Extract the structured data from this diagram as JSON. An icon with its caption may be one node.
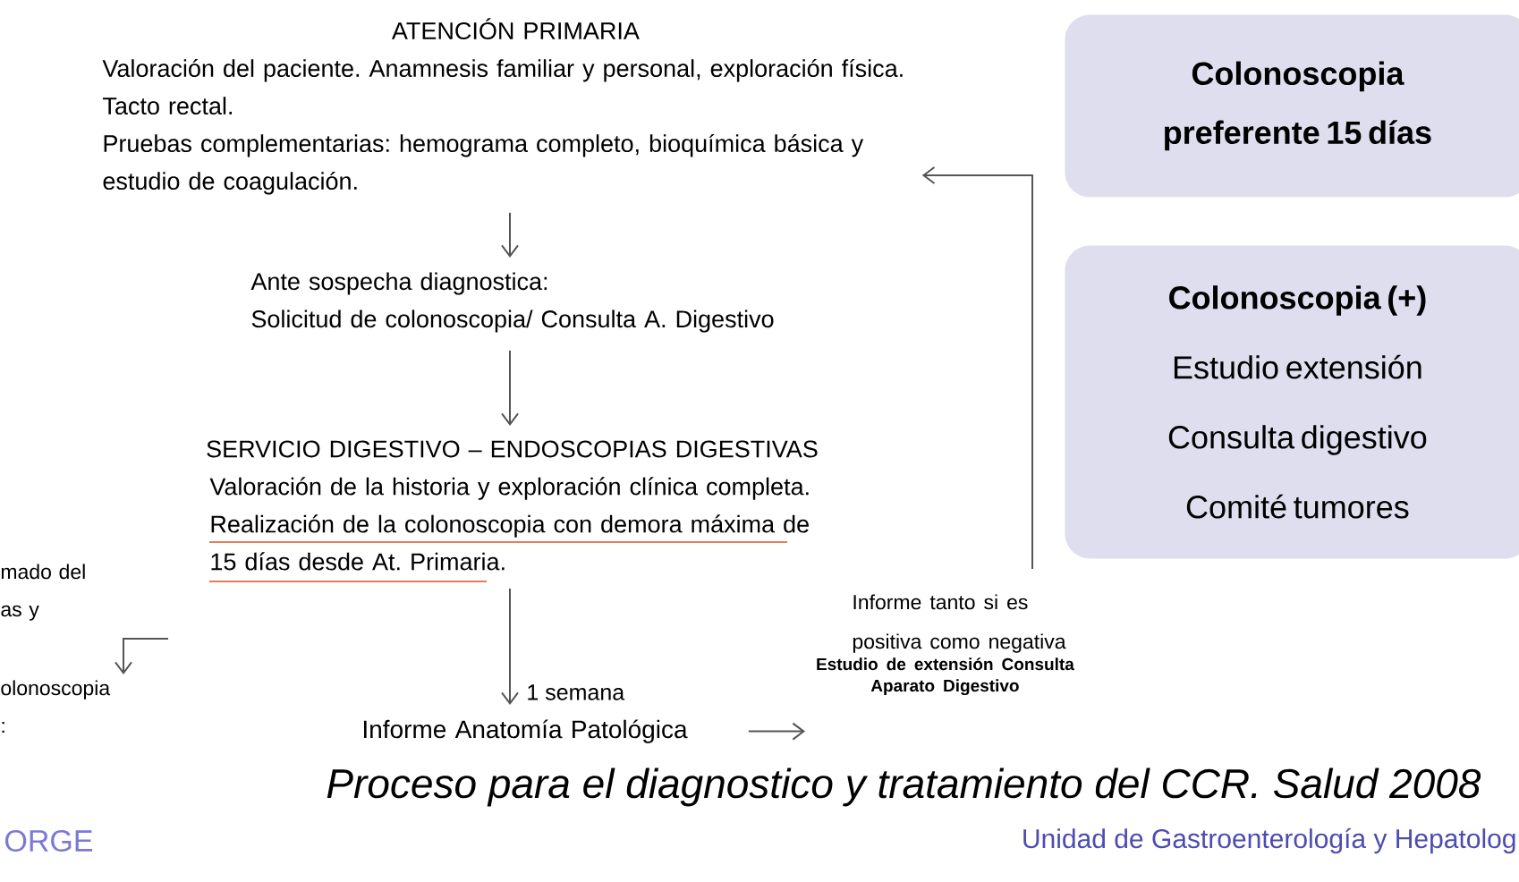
{
  "diagram": {
    "caption": "Proceso para el diagnostico y tratamiento del CCR. Salud 2008",
    "nodes": [
      {
        "text": [
          "ATENCIÓN PRIMARIA",
          "Valoración del paciente. Anamnesis familiar y personal, exploración física.",
          "Tacto rectal.",
          "Pruebas complementarias: hemograma completo, bioquímica básica y estudio de coagulación."
        ]
      },
      {
        "text": [
          "Ante sospecha diagnostica:",
          "Solicitud de colonoscopia/ Consulta A. Digestivo"
        ]
      },
      {
        "text": [
          "SERVICIO DIGESTIVO – ENDOSCOPIAS DIGESTIVAS",
          "Valoración de la historia y exploración clínica completa.",
          "Realización de la colonoscopia con demora máxima de 15 días desde At. Primaria."
        ]
      },
      {
        "text": [
          "Informe Anatomía Patológica"
        ]
      },
      {
        "text": [
          "Informe tanto si es positiva como negativa",
          "Estudio de extensión Consulta Aparato Digestivo"
        ]
      },
      {
        "text": [
          "Colonoscopia preferente 15 días"
        ]
      },
      {
        "text": [
          "Colonoscopia (+)",
          "Estudio extensión",
          "Consulta digestivo",
          "Comité tumores"
        ]
      },
      {
        "text": [
          "mado del as y"
        ]
      },
      {
        "text": [
          "olonoscopia :"
        ]
      }
    ],
    "edges": [
      {
        "from": 0,
        "to": 1,
        "arrow": "to"
      },
      {
        "from": 1,
        "to": 2,
        "arrow": "to"
      },
      {
        "from": 2,
        "to": 3,
        "arrow": "to",
        "label": "1 semana"
      },
      {
        "from": 3,
        "to": 4,
        "arrow": "to"
      },
      {
        "from": 4,
        "to": 0,
        "arrow": "to"
      },
      {
        "from": null,
        "to": 8,
        "arrow": "to"
      }
    ],
    "labels": [
      "ORGE",
      "Unidad de Gastroenterología y Hepatolog"
    ]
  }
}
